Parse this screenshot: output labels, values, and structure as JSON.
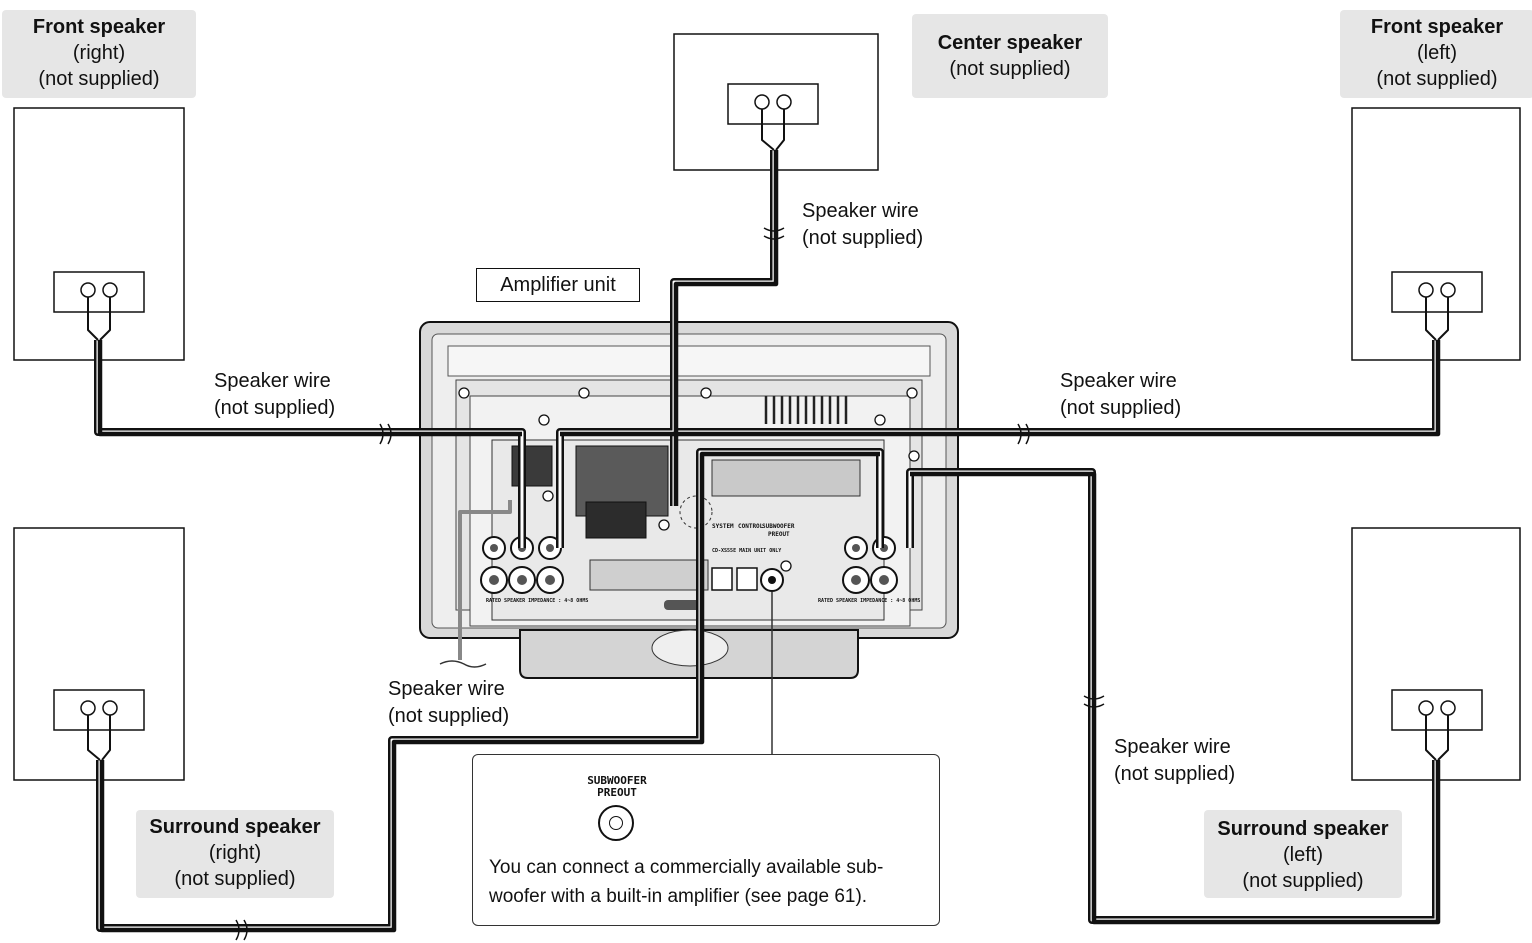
{
  "speakers": {
    "front_right": {
      "title": "Front speaker",
      "side": "(right)",
      "note": "(not supplied)"
    },
    "center": {
      "title": "Center speaker",
      "note": "(not supplied)"
    },
    "front_left": {
      "title": "Front speaker",
      "side": "(left)",
      "note": "(not supplied)"
    },
    "surround_right": {
      "title": "Surround speaker",
      "side": "(right)",
      "note": "(not supplied)"
    },
    "surround_left": {
      "title": "Surround speaker",
      "side": "(left)",
      "note": "(not supplied)"
    }
  },
  "wires": {
    "center": {
      "line1": "Speaker wire",
      "line2": "(not supplied)"
    },
    "front_right": {
      "line1": "Speaker wire",
      "line2": "(not supplied)"
    },
    "front_left": {
      "line1": "Speaker wire",
      "line2": "(not supplied)"
    },
    "surround_right": {
      "line1": "Speaker wire",
      "line2": "(not supplied)"
    },
    "surround_left": {
      "line1": "Speaker wire",
      "line2": "(not supplied)"
    }
  },
  "amplifier": {
    "label": "Amplifier unit"
  },
  "panel_text": {
    "system": "SYSTEM",
    "control": "CONTROL",
    "subwoofer": "SUBWOOFER",
    "preout": "PREOUT",
    "impedance_left": "RATED SPEAKER IMPEDANCE : 4~8 OHMS",
    "impedance_right": "RATED SPEAKER IMPEDANCE : 4~8 OHMS",
    "only": "CD-XS55E MAIN UNIT ONLY"
  },
  "callout": {
    "jack_title_line1": "SUBWOOFER",
    "jack_title_line2": "PREOUT",
    "note_line1": "You can connect a commercially available sub-",
    "note_line2": "woofer with a built-in amplifier (see page 61)."
  }
}
